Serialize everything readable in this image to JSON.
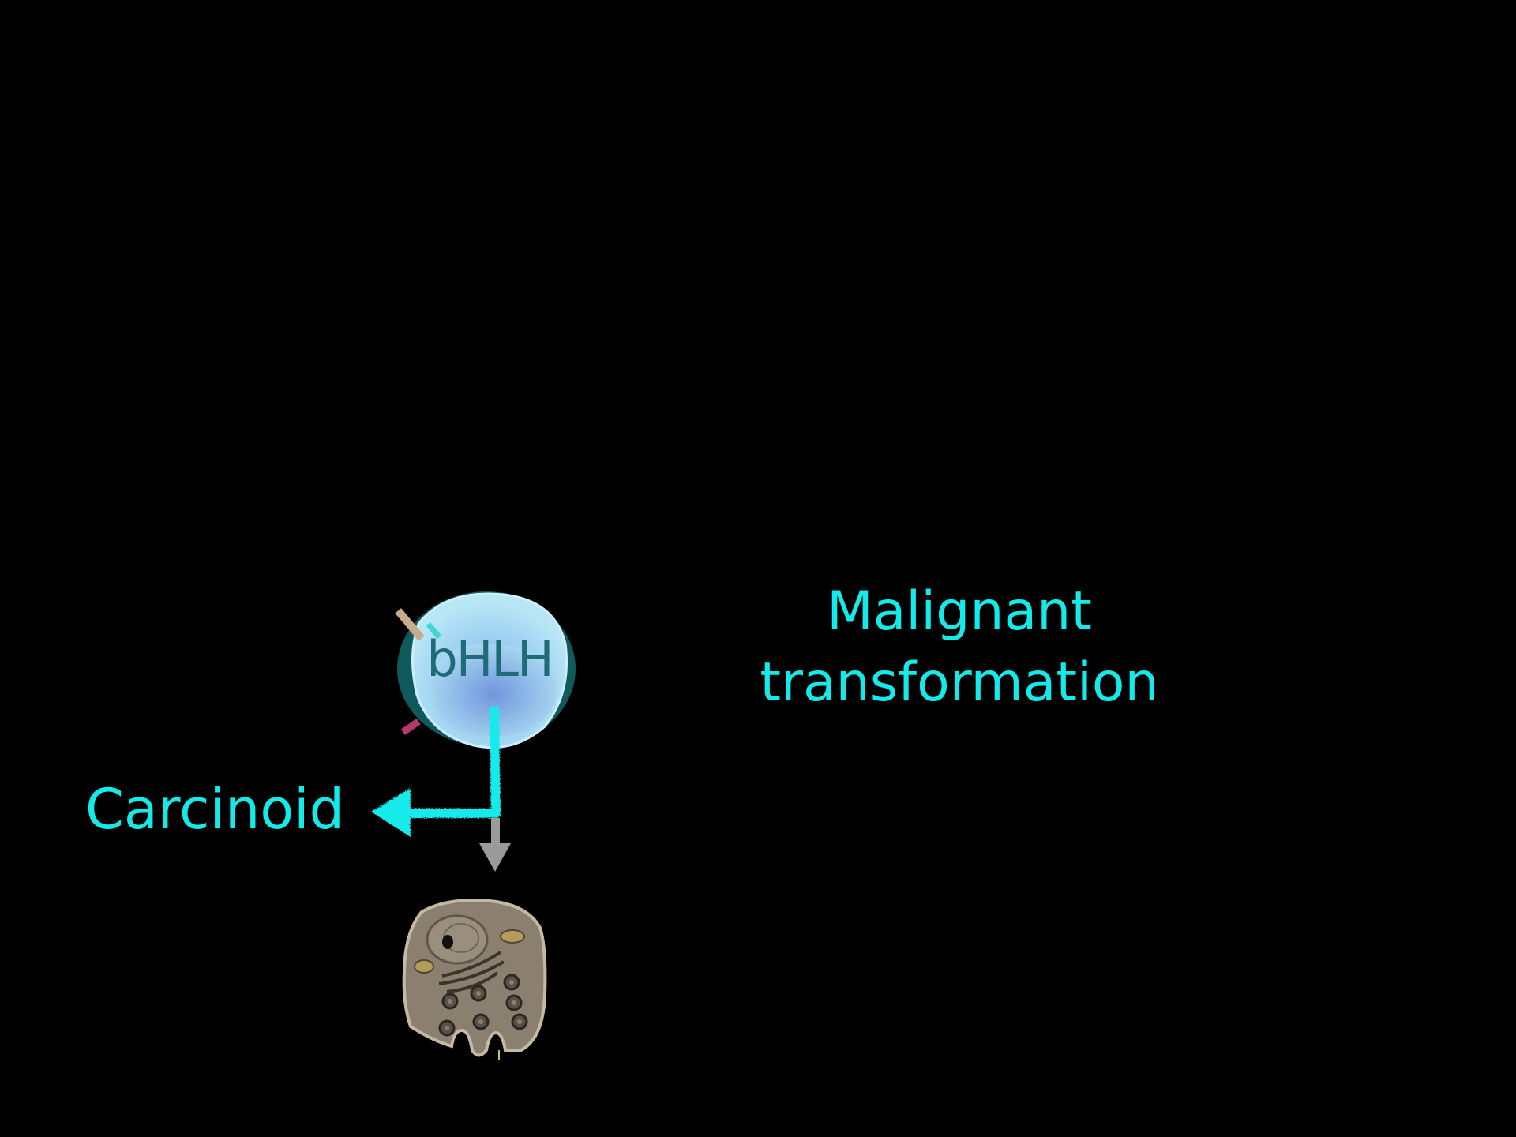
{
  "labels": {
    "transformation_line1": "Malignant",
    "transformation_line2": "transformation",
    "outcome": "Carcinoid",
    "cell_marker": "bHLH"
  },
  "colors": {
    "background": "#000000",
    "accent": "#13eaea",
    "progenitor_cell": "#8fc9ec",
    "arrow_gray": "#9a9a9a",
    "differentiated_cell": "#8b8070"
  },
  "icons": {
    "progenitor": "progenitor-cell-icon",
    "neuroendocrine": "neuroendocrine-cell-icon"
  }
}
